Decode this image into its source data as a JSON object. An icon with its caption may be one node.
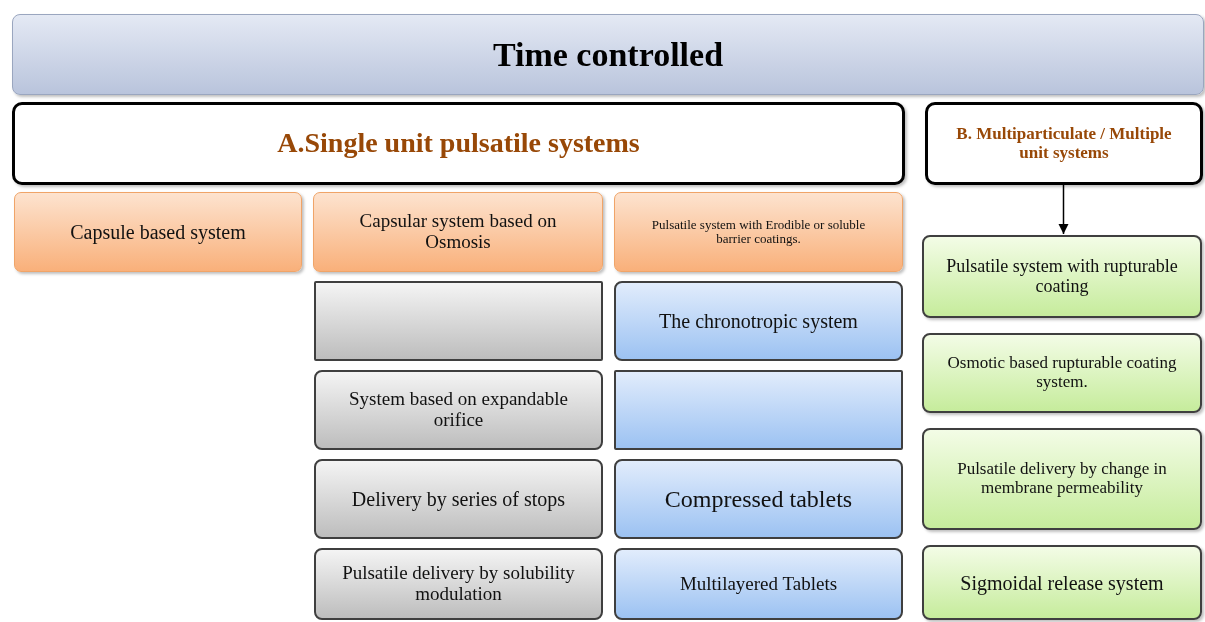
{
  "diagram": {
    "nodes": [
      {
        "text": [
          "Time controlled"
        ]
      },
      {
        "text": [
          "A.Single unit pulsatile systems"
        ]
      },
      {
        "text": [
          "B. Multiparticulate / Multiple unit systems"
        ]
      },
      {
        "text": [
          "Capsule based system"
        ]
      },
      {
        "text": [
          "Capsular system based on Osmosis"
        ]
      },
      {
        "text": [
          "Pulsatile system with Erodible or soluble barrier coatings."
        ]
      },
      {
        "text": [],
        "shape": "box"
      },
      {
        "text": [
          "System based on expandable orifice"
        ]
      },
      {
        "text": [
          "Delivery by series of stops"
        ]
      },
      {
        "text": [
          "Pulsatile delivery by solubility modulation"
        ]
      },
      {
        "text": [
          "The chronotropic system"
        ]
      },
      {
        "text": [],
        "shape": "box"
      },
      {
        "text": [
          "Compressed tablets"
        ]
      },
      {
        "text": [
          "Multilayered Tablets"
        ]
      },
      {
        "text": [
          "Pulsatile system with rupturable coating"
        ]
      },
      {
        "text": [
          "Osmotic based rupturable coating system."
        ]
      },
      {
        "text": [
          "Pulsatile delivery by change in membrane permeability"
        ]
      },
      {
        "text": [
          "Sigmoidal release system"
        ]
      }
    ],
    "edges": [
      {
        "from": 2,
        "to": 14,
        "arrow": "to"
      }
    ]
  }
}
